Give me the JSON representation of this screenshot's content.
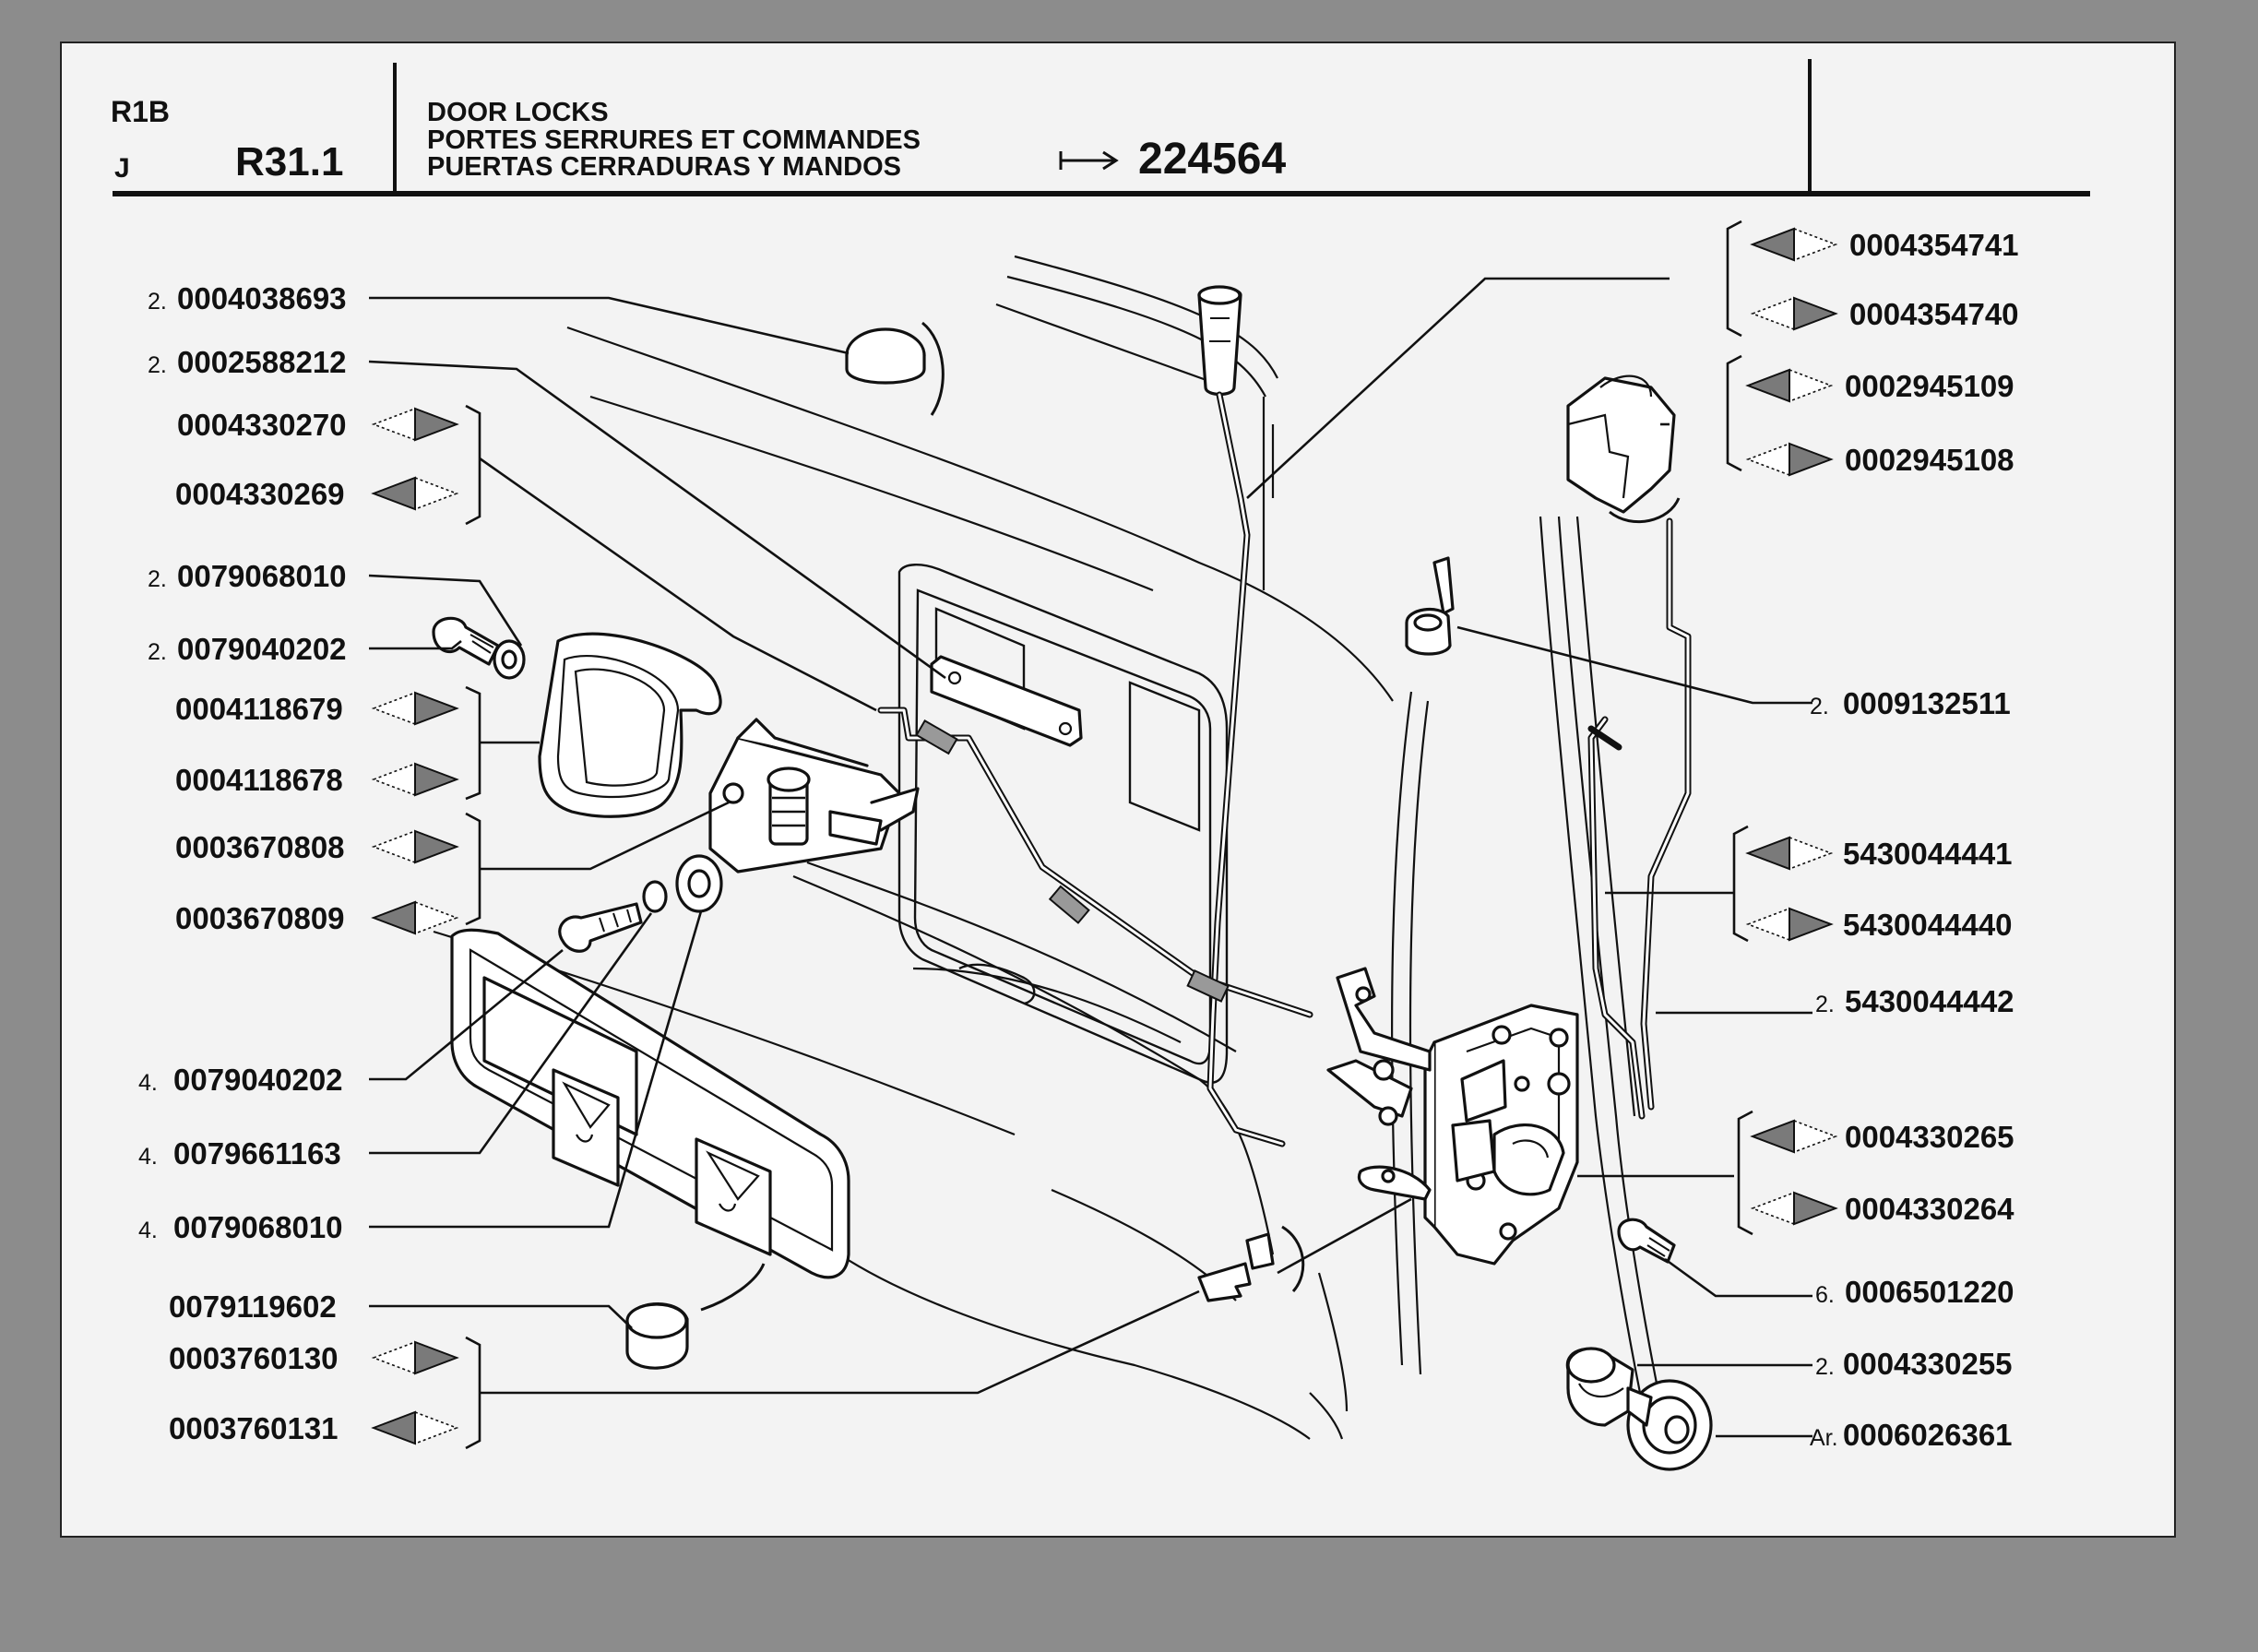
{
  "header": {
    "model": "R1B",
    "variant": "J",
    "section": "R31.1",
    "title_lines": [
      "DOOR LOCKS",
      "PORTES SERRURES ET COMMANDES",
      "PUERTAS CERRADURAS Y MANDOS"
    ],
    "serial_arrow": "⟼",
    "serial_from": "224564"
  },
  "parts_left": [
    {
      "qty": "2.",
      "number": "0004038693"
    },
    {
      "qty": "2.",
      "number": "0002588212"
    },
    {
      "qty": "",
      "number": "0004330270",
      "side": "right"
    },
    {
      "qty": "",
      "number": "0004330269",
      "side": "left"
    },
    {
      "qty": "2.",
      "number": "0079068010"
    },
    {
      "qty": "2.",
      "number": "0079040202"
    },
    {
      "qty": "",
      "number": "0004118679",
      "side": "right"
    },
    {
      "qty": "",
      "number": "0004118678",
      "side": "right"
    },
    {
      "qty": "",
      "number": "0003670808",
      "side": "right"
    },
    {
      "qty": "",
      "number": "0003670809",
      "side": "left"
    },
    {
      "qty": "4.",
      "number": "0079040202"
    },
    {
      "qty": "4.",
      "number": "0079661163"
    },
    {
      "qty": "4.",
      "number": "0079068010"
    },
    {
      "qty": "",
      "number": "0079119602"
    },
    {
      "qty": "",
      "number": "0003760130",
      "side": "right"
    },
    {
      "qty": "",
      "number": "0003760131",
      "side": "left"
    }
  ],
  "parts_right": [
    {
      "qty": "",
      "number": "0004354741",
      "side": "left"
    },
    {
      "qty": "",
      "number": "0004354740",
      "side": "right"
    },
    {
      "qty": "",
      "number": "0002945109",
      "side": "left"
    },
    {
      "qty": "",
      "number": "0002945108",
      "side": "right"
    },
    {
      "qty": "2.",
      "number": "0009132511"
    },
    {
      "qty": "",
      "number": "5430044441",
      "side": "left"
    },
    {
      "qty": "",
      "number": "5430044440",
      "side": "right"
    },
    {
      "qty": "2.",
      "number": "5430044442"
    },
    {
      "qty": "",
      "number": "0004330265",
      "side": "left"
    },
    {
      "qty": "",
      "number": "0004330264",
      "side": "right"
    },
    {
      "qty": "6.",
      "number": "0006501220"
    },
    {
      "qty": "2.",
      "number": "0004330255"
    },
    {
      "qty": "Ar.",
      "number": "0006026361"
    }
  ]
}
